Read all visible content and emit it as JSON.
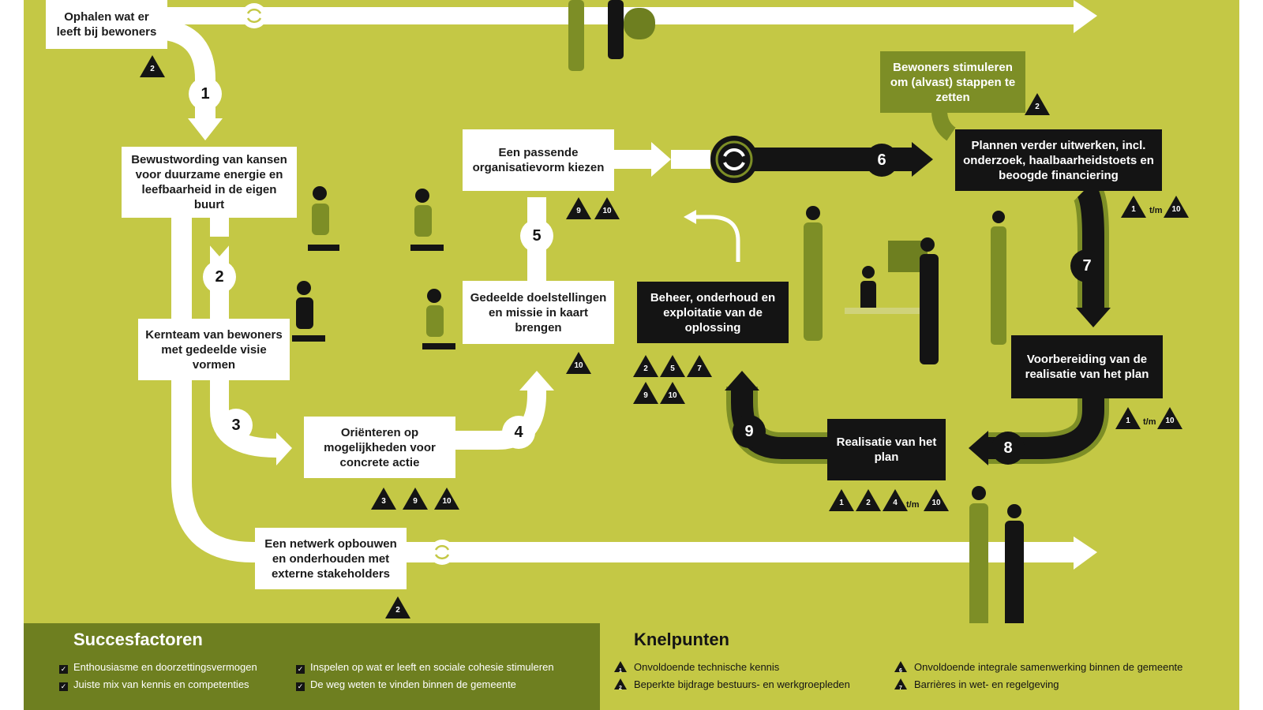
{
  "boxes": {
    "ophalen": "Ophalen wat er leeft bij bewoners",
    "bewustwording": "Bewustwording van kansen voor duurzame energie en leefbaarheid in de eigen buurt",
    "kernteam": "Kernteam van bewoners met gedeelde visie vormen",
    "orienteren": "Oriënteren op mogelijkheden voor concrete actie",
    "doelstellingen": "Gedeelde doelstellingen en missie in kaart brengen",
    "organisatievorm": "Een passende organisatievorm kiezen",
    "stimuleren": "Bewoners stimuleren om (alvast) stappen te zetten",
    "plannen": "Plannen verder uitwerken, incl. onderzoek, haalbaarheidstoets en beoogde financiering",
    "voorbereiding": "Voorbereiding van de realisatie van het plan",
    "realisatie": "Realisatie van het plan",
    "beheer": "Beheer, onderhoud en exploitatie van de oplossing",
    "netwerk": "Een netwerk opbouwen en onderhouden met externe stakeholders"
  },
  "steps": [
    "1",
    "2",
    "3",
    "4",
    "5",
    "6",
    "7",
    "8",
    "9"
  ],
  "markers": {
    "ophalen": [
      "2"
    ],
    "organisatievorm": [
      "9",
      "10"
    ],
    "doelstellingen": [
      "10"
    ],
    "orienteren": [
      "3",
      "9",
      "10"
    ],
    "stimuleren": [
      "2"
    ],
    "plannen": [
      "1",
      "10"
    ],
    "voorbereiding": [
      "1",
      "10"
    ],
    "realisatie": [
      "1",
      "2",
      "4",
      "10"
    ],
    "beheer_row1": [
      "2",
      "5",
      "7"
    ],
    "beheer_row2": [
      "9",
      "10"
    ],
    "netwerk": [
      "2"
    ],
    "range_label": "t/m"
  },
  "succes": {
    "title": "Succesfactoren",
    "items": [
      "Enthousiasme en doorzettingsvermogen",
      "Juiste mix van kennis en competenties",
      "Inspelen op wat er leeft en sociale cohesie stimuleren",
      "De weg weten te vinden binnen de gemeente"
    ]
  },
  "knel": {
    "title": "Knelpunten",
    "items": [
      {
        "num": "1",
        "text": "Onvoldoende technische kennis"
      },
      {
        "num": "2",
        "text": "Beperkte bijdrage bestuurs- en werkgroepleden"
      },
      {
        "num": "6",
        "text": "Onvoldoende integrale samenwerking binnen de gemeente"
      },
      {
        "num": "7",
        "text": "Barrières in wet- en regelgeving"
      }
    ]
  },
  "colors": {
    "background": "#c4c845",
    "panel_dark_green": "#6e7f20",
    "path_black": "#141414",
    "path_white": "#ffffff"
  },
  "icons": [
    "refresh-icon",
    "return-arrow-icon",
    "warning-triangle-icon",
    "check-icon"
  ]
}
